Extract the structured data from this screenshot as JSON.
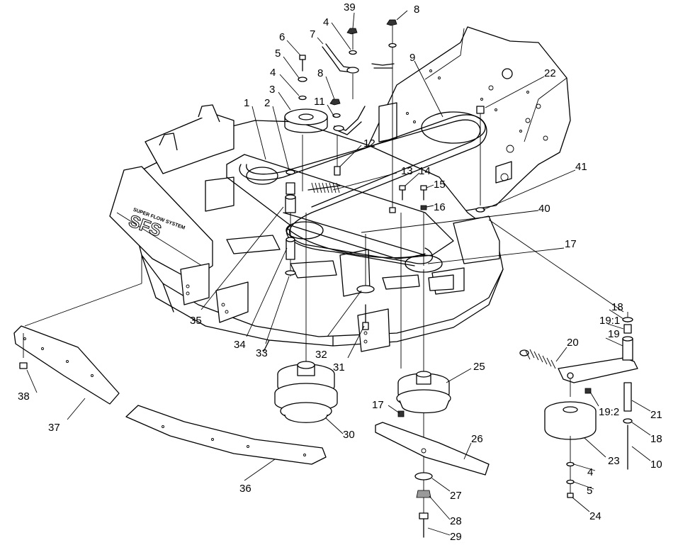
{
  "deck_logo": {
    "monogram": "SFS",
    "wordmark": "SUPER FLOW SYSTEM"
  },
  "callouts": [
    {
      "id": "c1",
      "text": "1"
    },
    {
      "id": "c2",
      "text": "2"
    },
    {
      "id": "c3",
      "text": "3"
    },
    {
      "id": "c4a",
      "text": "4"
    },
    {
      "id": "c4b",
      "text": "4"
    },
    {
      "id": "c4c",
      "text": "4"
    },
    {
      "id": "c5a",
      "text": "5"
    },
    {
      "id": "c5b",
      "text": "5"
    },
    {
      "id": "c6",
      "text": "6"
    },
    {
      "id": "c7",
      "text": "7"
    },
    {
      "id": "c8a",
      "text": "8"
    },
    {
      "id": "c8b",
      "text": "8"
    },
    {
      "id": "c9",
      "text": "9"
    },
    {
      "id": "c10",
      "text": "10"
    },
    {
      "id": "c11",
      "text": "11"
    },
    {
      "id": "c12",
      "text": "12"
    },
    {
      "id": "c13",
      "text": "13"
    },
    {
      "id": "c14",
      "text": "14"
    },
    {
      "id": "c15",
      "text": "15"
    },
    {
      "id": "c16",
      "text": "16"
    },
    {
      "id": "c17a",
      "text": "17"
    },
    {
      "id": "c17b",
      "text": "17"
    },
    {
      "id": "c18a",
      "text": "18"
    },
    {
      "id": "c18b",
      "text": "18"
    },
    {
      "id": "c19",
      "text": "19"
    },
    {
      "id": "c19_1",
      "text": "19:1"
    },
    {
      "id": "c19_2",
      "text": "19:2"
    },
    {
      "id": "c20",
      "text": "20"
    },
    {
      "id": "c21",
      "text": "21"
    },
    {
      "id": "c22",
      "text": "22"
    },
    {
      "id": "c23",
      "text": "23"
    },
    {
      "id": "c24",
      "text": "24"
    },
    {
      "id": "c25",
      "text": "25"
    },
    {
      "id": "c26",
      "text": "26"
    },
    {
      "id": "c27",
      "text": "27"
    },
    {
      "id": "c28",
      "text": "28"
    },
    {
      "id": "c29",
      "text": "29"
    },
    {
      "id": "c30",
      "text": "30"
    },
    {
      "id": "c31",
      "text": "31"
    },
    {
      "id": "c32",
      "text": "32"
    },
    {
      "id": "c33",
      "text": "33"
    },
    {
      "id": "c34",
      "text": "34"
    },
    {
      "id": "c35",
      "text": "35"
    },
    {
      "id": "c36",
      "text": "36"
    },
    {
      "id": "c37",
      "text": "37"
    },
    {
      "id": "c38",
      "text": "38"
    },
    {
      "id": "c39",
      "text": "39"
    },
    {
      "id": "c40",
      "text": "40"
    },
    {
      "id": "c41",
      "text": "41"
    }
  ]
}
